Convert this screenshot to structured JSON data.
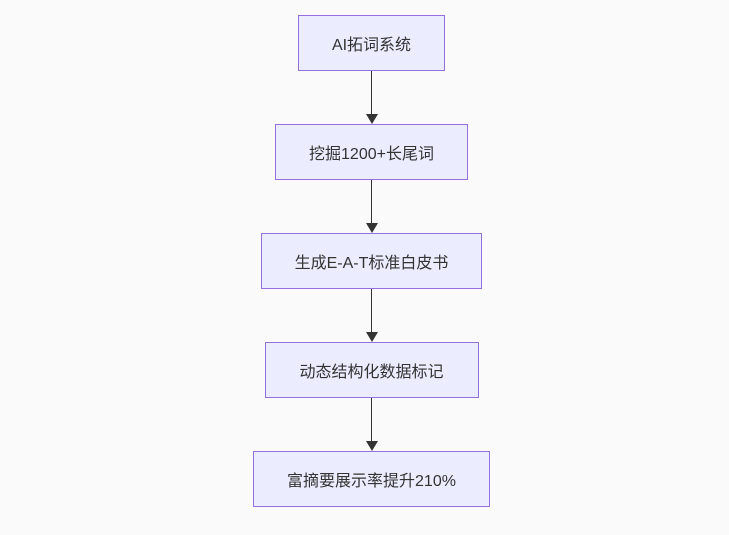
{
  "flowchart": {
    "type": "flowchart-vertical",
    "nodes": [
      {
        "id": "A",
        "label": "AI拓词系统"
      },
      {
        "id": "B",
        "label": "挖掘1200+长尾词"
      },
      {
        "id": "C",
        "label": "生成E-A-T标准白皮书"
      },
      {
        "id": "D",
        "label": "动态结构化数据标记"
      },
      {
        "id": "E",
        "label": "富摘要展示率提升210%"
      }
    ],
    "edges": [
      {
        "from": "A",
        "to": "B"
      },
      {
        "from": "B",
        "to": "C"
      },
      {
        "from": "C",
        "to": "D"
      },
      {
        "from": "D",
        "to": "E"
      }
    ],
    "colors": {
      "node_fill": "#ececff",
      "node_border": "#9370db",
      "arrow": "#333333",
      "text": "#333333",
      "background": "#fafafa"
    }
  }
}
